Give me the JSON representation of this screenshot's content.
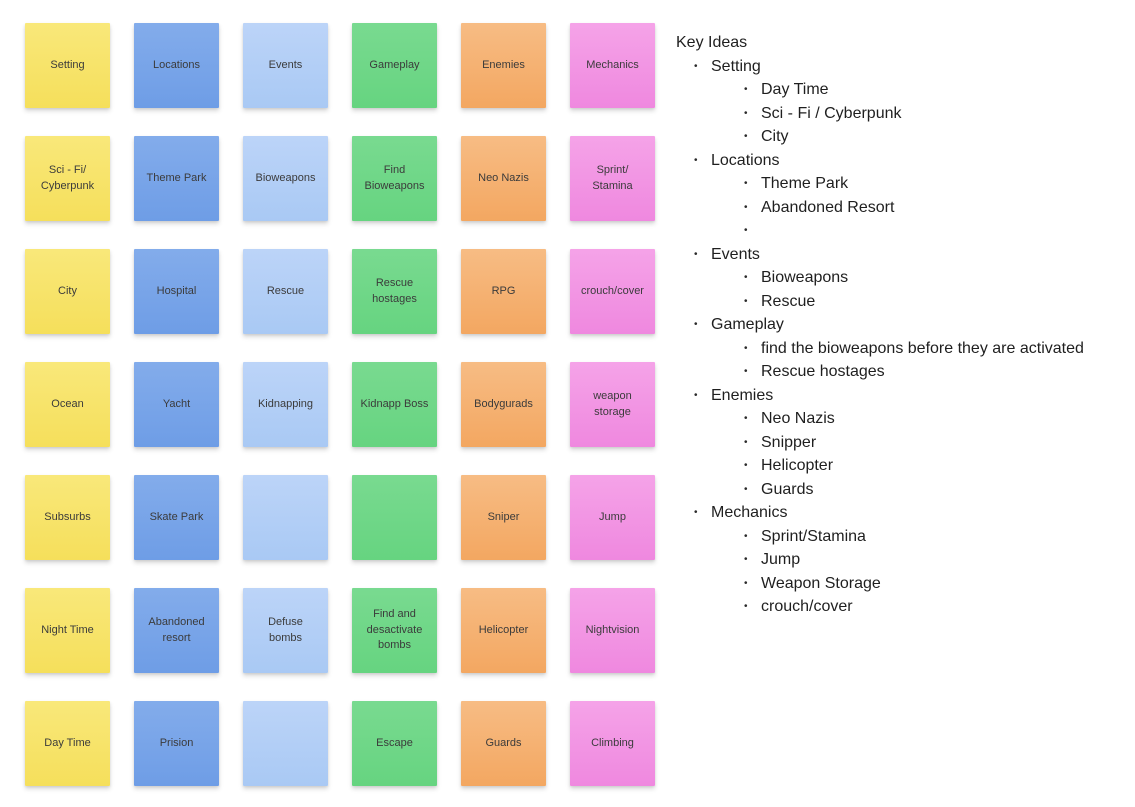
{
  "colors": {
    "yellow": {
      "top": "#F9E87A",
      "bottom": "#F5DF5B"
    },
    "blue": {
      "top": "#83ACEB",
      "bottom": "#6E9DE6"
    },
    "lightblue": {
      "top": "#BCD4F8",
      "bottom": "#A9C9F4"
    },
    "green": {
      "top": "#79DA90",
      "bottom": "#66D480"
    },
    "orange": {
      "top": "#F7BC84",
      "bottom": "#F3A761"
    },
    "pink": {
      "top": "#F5A3E8",
      "bottom": "#EF88DF"
    },
    "note_text": "#3B3B3B",
    "outline_text": "#1F1F1F",
    "background": "#FFFFFF"
  },
  "board": {
    "notes": [
      {
        "color": "yellow",
        "text": "Setting"
      },
      {
        "color": "blue",
        "text": "Locations"
      },
      {
        "color": "lightblue",
        "text": "Events"
      },
      {
        "color": "green",
        "text": "Gameplay"
      },
      {
        "color": "orange",
        "text": "Enemies"
      },
      {
        "color": "pink",
        "text": "Mechanics"
      },
      {
        "color": "yellow",
        "text": "Sci - Fi/ Cyberpunk"
      },
      {
        "color": "blue",
        "text": "Theme Park"
      },
      {
        "color": "lightblue",
        "text": "Bioweapons"
      },
      {
        "color": "green",
        "text": "Find Bioweapons"
      },
      {
        "color": "orange",
        "text": "Neo Nazis"
      },
      {
        "color": "pink",
        "text": "Sprint/ Stamina"
      },
      {
        "color": "yellow",
        "text": "City"
      },
      {
        "color": "blue",
        "text": "Hospital"
      },
      {
        "color": "lightblue",
        "text": "Rescue"
      },
      {
        "color": "green",
        "text": "Rescue hostages"
      },
      {
        "color": "orange",
        "text": "RPG"
      },
      {
        "color": "pink",
        "text": "crouch/cover"
      },
      {
        "color": "yellow",
        "text": "Ocean"
      },
      {
        "color": "blue",
        "text": "Yacht"
      },
      {
        "color": "lightblue",
        "text": "Kidnapping"
      },
      {
        "color": "green",
        "text": "Kidnapp Boss"
      },
      {
        "color": "orange",
        "text": "Bodygurads"
      },
      {
        "color": "pink",
        "text": "weapon storage"
      },
      {
        "color": "yellow",
        "text": "Subsurbs"
      },
      {
        "color": "blue",
        "text": "Skate Park"
      },
      {
        "color": "lightblue",
        "text": ""
      },
      {
        "color": "green",
        "text": ""
      },
      {
        "color": "orange",
        "text": "Sniper"
      },
      {
        "color": "pink",
        "text": "Jump"
      },
      {
        "color": "yellow",
        "text": "Night Time"
      },
      {
        "color": "blue",
        "text": "Abandoned resort"
      },
      {
        "color": "lightblue",
        "text": "Defuse bombs"
      },
      {
        "color": "green",
        "text": "Find and desactivate bombs"
      },
      {
        "color": "orange",
        "text": "Helicopter"
      },
      {
        "color": "pink",
        "text": "Nightvision"
      },
      {
        "color": "yellow",
        "text": "Day Time"
      },
      {
        "color": "blue",
        "text": "Prision"
      },
      {
        "color": "lightblue",
        "text": ""
      },
      {
        "color": "green",
        "text": "Escape"
      },
      {
        "color": "orange",
        "text": "Guards"
      },
      {
        "color": "pink",
        "text": "Climbing"
      }
    ]
  },
  "outline": {
    "title": "Key Ideas",
    "bullet_char": "•",
    "sections": [
      {
        "label": "Setting",
        "children": [
          "Day Time",
          "Sci - Fi / Cyberpunk",
          "City"
        ]
      },
      {
        "label": "Locations",
        "children": [
          "Theme Park",
          "Abandoned Resort",
          ""
        ]
      },
      {
        "label": "Events",
        "children": [
          "Bioweapons",
          "Rescue"
        ]
      },
      {
        "label": "Gameplay",
        "children": [
          "find the bioweapons before they are activated",
          "Rescue hostages"
        ]
      },
      {
        "label": "Enemies",
        "children": [
          "Neo Nazis",
          "Snipper",
          "Helicopter",
          "Guards"
        ]
      },
      {
        "label": "Mechanics",
        "children": [
          "Sprint/Stamina",
          "Jump",
          "Weapon Storage",
          "crouch/cover"
        ]
      }
    ]
  }
}
